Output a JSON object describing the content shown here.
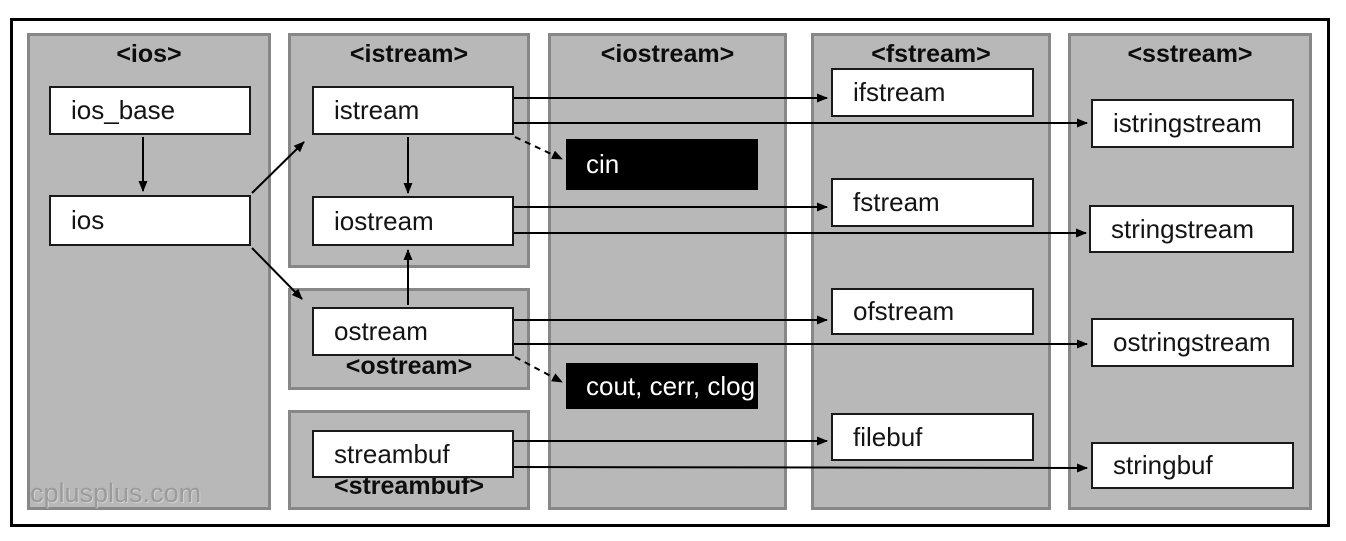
{
  "diagram": {
    "watermark": "cplusplus.com",
    "panels": {
      "ios": {
        "title": "<ios>"
      },
      "istream": {
        "title": "<istream>"
      },
      "ostream": {
        "title": "<ostream>"
      },
      "streambuf": {
        "title": "<streambuf>"
      },
      "iostream": {
        "title": "<iostream>"
      },
      "fstream": {
        "title": "<fstream>"
      },
      "sstream": {
        "title": "<sstream>"
      }
    },
    "nodes": {
      "ios_base": "ios_base",
      "ios": "ios",
      "istream": "istream",
      "iostream": "iostream",
      "ostream": "ostream",
      "streambuf": "streambuf",
      "cin": "cin",
      "cout_cerr_clog": "cout, cerr, clog",
      "ifstream": "ifstream",
      "fstream": "fstream",
      "ofstream": "ofstream",
      "filebuf": "filebuf",
      "istringstream": "istringstream",
      "stringstream": "stringstream",
      "ostringstream": "ostringstream",
      "stringbuf": "stringbuf"
    },
    "edges": [
      {
        "from": "ios_base",
        "to": "ios",
        "style": "solid"
      },
      {
        "from": "ios",
        "to": "istream",
        "style": "solid"
      },
      {
        "from": "ios",
        "to": "ostream",
        "style": "solid"
      },
      {
        "from": "istream",
        "to": "iostream",
        "style": "solid"
      },
      {
        "from": "ostream",
        "to": "iostream",
        "style": "solid"
      },
      {
        "from": "istream",
        "to": "ifstream",
        "style": "solid"
      },
      {
        "from": "istream",
        "to": "istringstream",
        "style": "solid"
      },
      {
        "from": "istream",
        "to": "cin",
        "style": "dashed"
      },
      {
        "from": "iostream",
        "to": "fstream",
        "style": "solid"
      },
      {
        "from": "iostream",
        "to": "stringstream",
        "style": "solid"
      },
      {
        "from": "ostream",
        "to": "ofstream",
        "style": "solid"
      },
      {
        "from": "ostream",
        "to": "ostringstream",
        "style": "solid"
      },
      {
        "from": "ostream",
        "to": "cout_cerr_clog",
        "style": "dashed"
      },
      {
        "from": "streambuf",
        "to": "filebuf",
        "style": "solid"
      },
      {
        "from": "streambuf",
        "to": "stringbuf",
        "style": "solid"
      }
    ],
    "colors": {
      "panel_fill": "#b8b8b8",
      "panel_border": "#878787",
      "class_box_fill": "#ffffff",
      "class_box_border": "#1a1a1a",
      "object_box_fill": "#000000",
      "object_box_text": "#ffffff",
      "arrow": "#000000",
      "frame_border": "#000000",
      "background": "#ffffff",
      "watermark": "#9b9b9b"
    }
  }
}
